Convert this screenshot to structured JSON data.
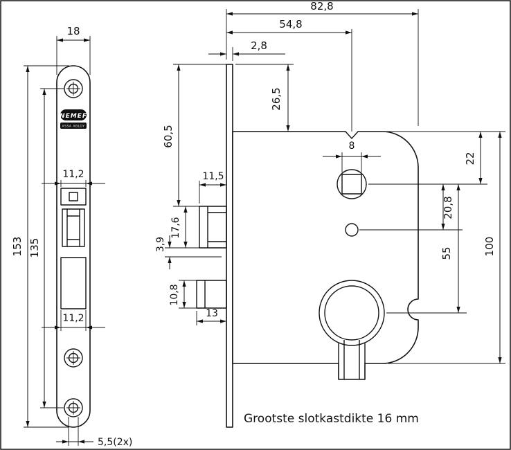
{
  "front": {
    "brand": "NEMEF",
    "brand_sub": "ASSA ABLOY",
    "width": "18",
    "height": "153",
    "screw_spacing": "135",
    "latch_cutout_width": "11,2",
    "bolt_cutout_width": "11,2",
    "screw_hole_dia": "5,5(2x)"
  },
  "side": {
    "case_depth": "82,8",
    "spindle_backset": "54,8",
    "faceplate_thickness": "2,8",
    "plate_overhang": "26,5",
    "latch_position": "60,5",
    "latch_protrusion": "11,5",
    "latch_height": "17,6",
    "latch_step": "3,9",
    "bolt_height": "10,8",
    "bolt_throw": "13",
    "spindle_square": "8",
    "top_to_spindle": "22",
    "spindle_to_hole": "20,8",
    "spindle_to_cylinder": "55",
    "case_height": "100"
  },
  "note": "Grootste slotkastdikte 16 mm"
}
